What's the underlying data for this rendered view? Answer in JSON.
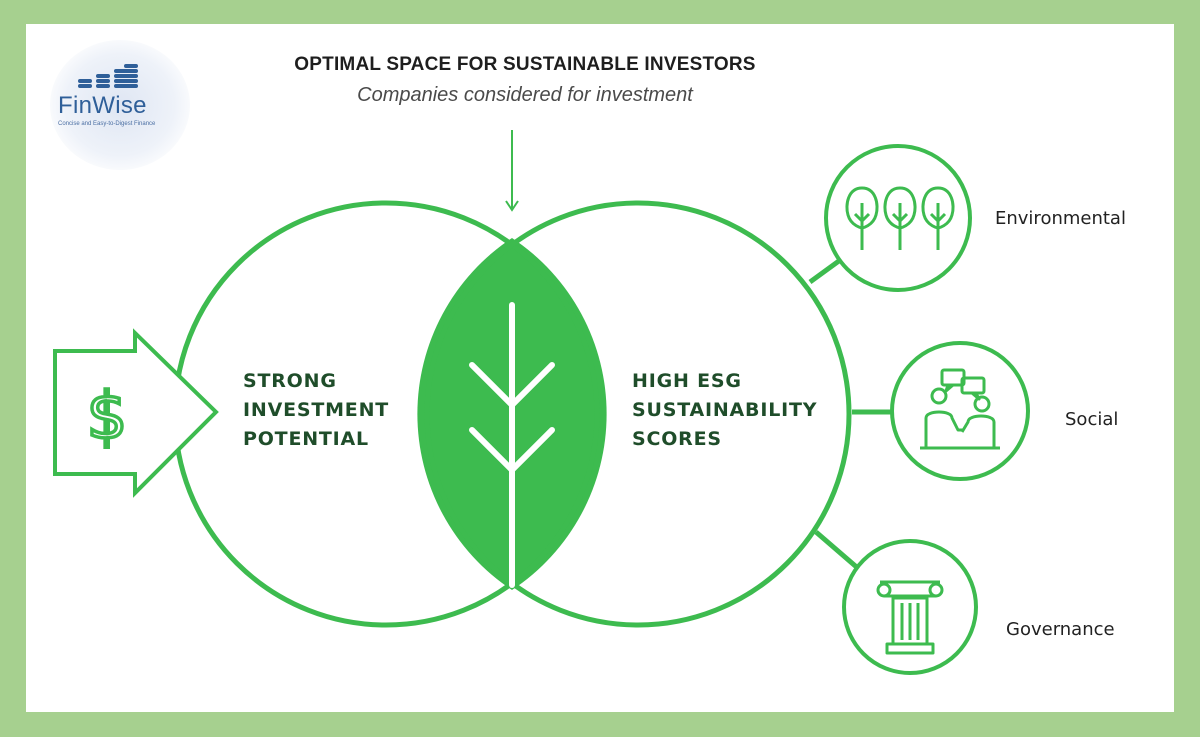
{
  "logo": {
    "name": "FinWise",
    "tagline": "Concise and Easy-to-Digest Finance"
  },
  "header": {
    "title": "OPTIMAL SPACE FOR SUSTAINABLE INVESTORS",
    "subtitle": "Companies considered for investment"
  },
  "left_circle": {
    "lines": [
      "STRONG",
      "INVESTMENT",
      "POTENTIAL"
    ]
  },
  "right_circle": {
    "lines": [
      "HIGH ESG",
      "SUSTAINABILITY",
      "SCORES"
    ]
  },
  "pillars": [
    {
      "label": "Environmental",
      "icon": "trees-icon"
    },
    {
      "label": "Social",
      "icon": "people-meeting-icon"
    },
    {
      "label": "Governance",
      "icon": "column-icon"
    }
  ],
  "colors": {
    "green": "#3dbb4f",
    "frame": "#a6d08f",
    "text_dark_green": "#1f4d2a"
  }
}
